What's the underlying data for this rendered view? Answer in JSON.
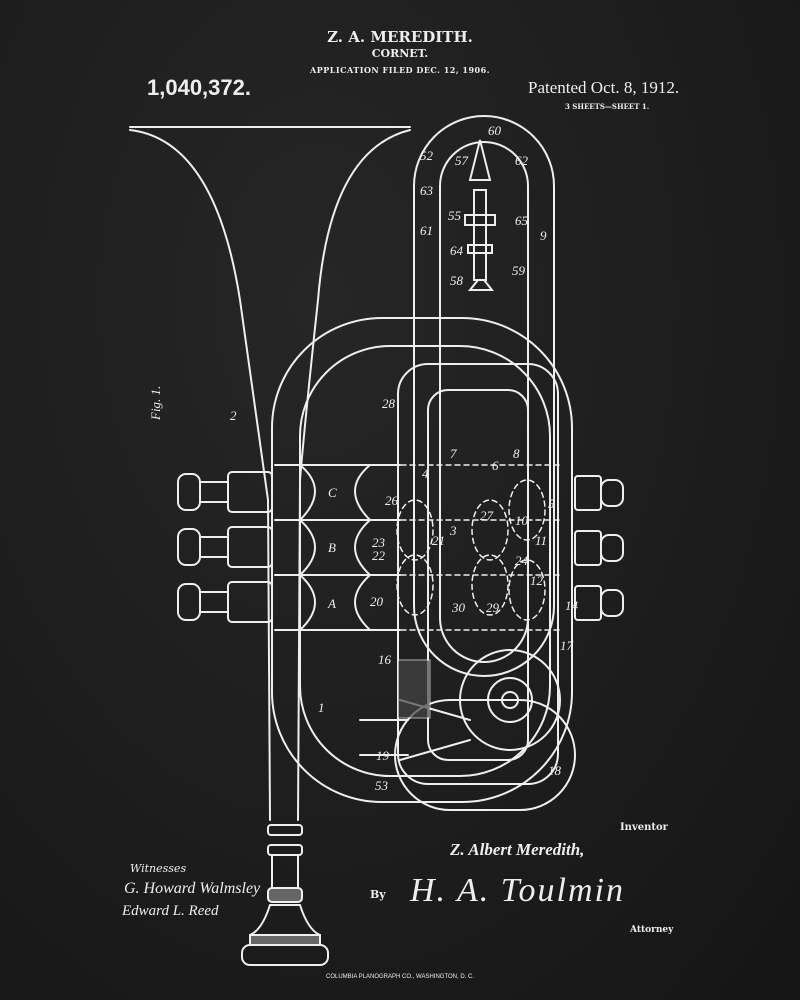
{
  "header": {
    "inventor_name": "Z. A. MEREDITH.",
    "title": "CORNET.",
    "application_filed": "APPLICATION FILED DEC. 12, 1906.",
    "patent_number": "1,040,372.",
    "patented_date": "Patented Oct. 8, 1912.",
    "sheets": "3 SHEETS—SHEET 1."
  },
  "figure": {
    "label": "Fig. 1.",
    "numerals": [
      "2",
      "28",
      "1",
      "16",
      "18",
      "19",
      "20",
      "22",
      "23",
      "26",
      "21",
      "30",
      "4",
      "3",
      "7",
      "6",
      "27",
      "29",
      "8",
      "10",
      "24",
      "12",
      "11",
      "5",
      "14",
      "17",
      "53",
      "52",
      "57",
      "60",
      "62",
      "63",
      "61",
      "55",
      "65",
      "9",
      "64",
      "58",
      "59",
      "A",
      "B",
      "C"
    ]
  },
  "signatures": {
    "witnesses_label": "Witnesses",
    "witness_1": "G. Howard Walmsley",
    "witness_2": "Edward L. Reed",
    "inventor_label": "Inventor",
    "inventor_signature": "Z. Albert Meredith,",
    "by": "By",
    "attorney_signature": "H. A. Toulmin",
    "attorney_label": "Attorney"
  },
  "footer": {
    "printer": "COLUMBIA PLANOGRAPH CO., WASHINGTON, D. C."
  }
}
